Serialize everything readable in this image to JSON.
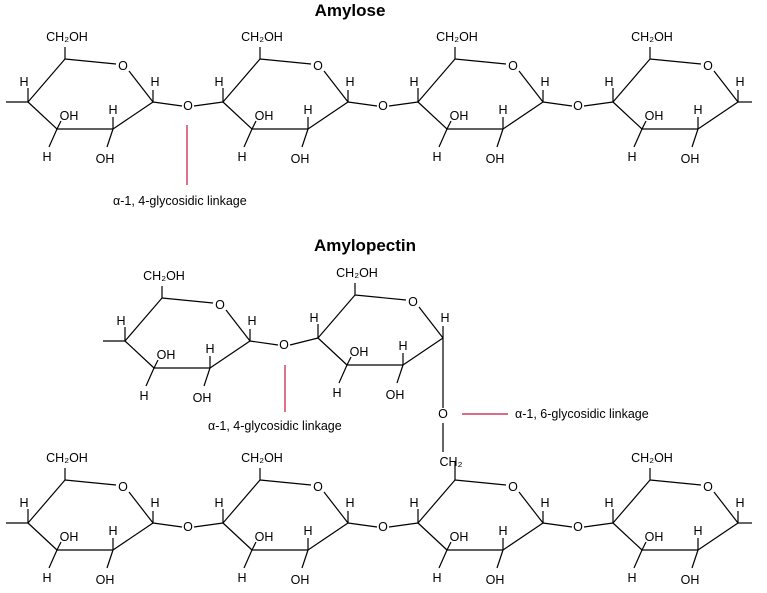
{
  "figure": {
    "amylose_title": "Amylose",
    "amylopectin_title": "Amylopectin",
    "labels": {
      "ch2oh": "CH₂OH",
      "ch2": "CH₂",
      "ring_o": "O",
      "link_o": "O",
      "h": "H",
      "oh": "OH"
    },
    "linkage_14": "α-1, 4-glycosidic linkage",
    "linkage_16": "α-1, 6-glycosidic linkage",
    "colors": {
      "bond": "#000000",
      "leader": "#c8143c"
    }
  }
}
